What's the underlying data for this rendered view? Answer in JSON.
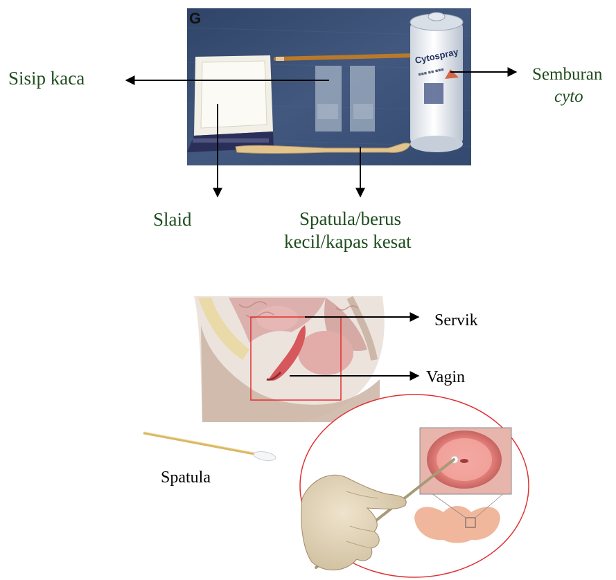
{
  "panel_letter": "G",
  "can_label": "Cytospray",
  "labels": {
    "sisip_kaca": "Sisip kaca",
    "semburan": "Semburan",
    "cyto": "cyto",
    "slaid": "Slaid",
    "spatula_berus_1": "Spatula/berus",
    "spatula_berus_2": "kecil/kapas kesat",
    "servik": "Servik",
    "vagin": "Vagin",
    "spatula": "Spatula"
  },
  "colors": {
    "label_green": "#1e4d1e",
    "highlight_red": "#e03030",
    "denim": "#3b4f74"
  }
}
